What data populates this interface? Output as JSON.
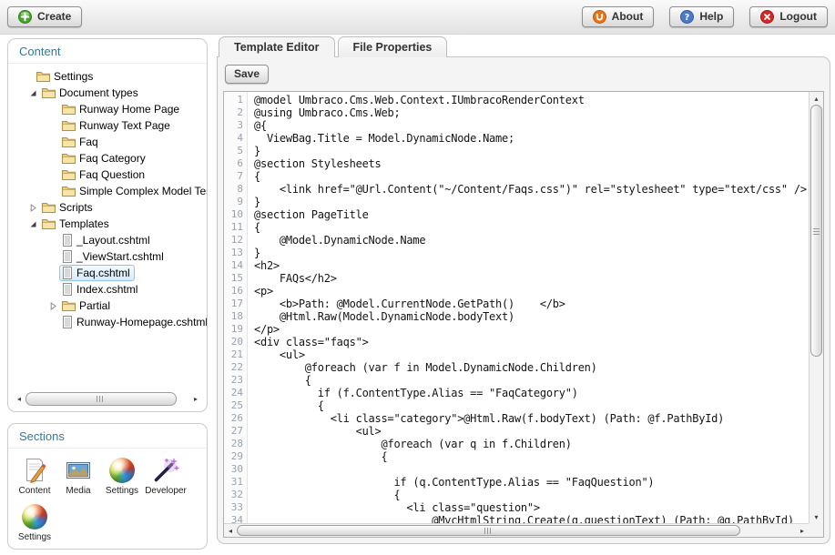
{
  "colors": {
    "header_accent": "#35789b",
    "selected_node_bg": "#d7ebf9",
    "selected_node_border": "#92c6e8",
    "create_orb": "#46a52c",
    "about_orb": "#e8751a",
    "help_orb": "#4b79c8",
    "logout_orb": "#cf2a27"
  },
  "topbar": {
    "create": {
      "label": "Create",
      "icon": "plus-orb-icon"
    },
    "about": {
      "label": "About",
      "icon": "umbraco-orb-icon"
    },
    "help": {
      "label": "Help",
      "icon": "question-orb-icon"
    },
    "logout": {
      "label": "Logout",
      "icon": "close-orb-icon"
    }
  },
  "content_panel": {
    "title": "Content",
    "tree": [
      {
        "label": "Settings",
        "level": 0,
        "icon": "folder",
        "expander": "none"
      },
      {
        "label": "Document types",
        "level": 1,
        "icon": "folder",
        "expander": "expanded"
      },
      {
        "label": "Runway Home Page",
        "level": 2,
        "icon": "folder",
        "expander": "none"
      },
      {
        "label": "Runway Text Page",
        "level": 2,
        "icon": "folder",
        "expander": "none"
      },
      {
        "label": "Faq",
        "level": 2,
        "icon": "folder",
        "expander": "none"
      },
      {
        "label": "Faq Category",
        "level": 2,
        "icon": "folder",
        "expander": "none"
      },
      {
        "label": "Faq Question",
        "level": 2,
        "icon": "folder",
        "expander": "none"
      },
      {
        "label": "Simple Complex Model Test",
        "level": 2,
        "icon": "folder",
        "expander": "none"
      },
      {
        "label": "Scripts",
        "level": 1,
        "icon": "folder",
        "expander": "collapsed"
      },
      {
        "label": "Templates",
        "level": 1,
        "icon": "folder",
        "expander": "expanded"
      },
      {
        "label": "_Layout.cshtml",
        "level": 2,
        "icon": "file",
        "expander": "none"
      },
      {
        "label": "_ViewStart.cshtml",
        "level": 2,
        "icon": "file",
        "expander": "none"
      },
      {
        "label": "Faq.cshtml",
        "level": 2,
        "icon": "file",
        "expander": "none",
        "selected": true
      },
      {
        "label": "Index.cshtml",
        "level": 2,
        "icon": "file",
        "expander": "none"
      },
      {
        "label": "Partial",
        "level": 2,
        "icon": "folder",
        "expander": "collapsed"
      },
      {
        "label": "Runway-Homepage.cshtml",
        "level": 2,
        "icon": "file",
        "expander": "none"
      }
    ]
  },
  "sections_panel": {
    "title": "Sections",
    "items": [
      {
        "label": "Content",
        "icon": "content-section-icon"
      },
      {
        "label": "Media",
        "icon": "media-section-icon"
      },
      {
        "label": "Settings",
        "icon": "settings-sphere-icon"
      },
      {
        "label": "Developer",
        "icon": "developer-wand-icon"
      },
      {
        "label": "Settings",
        "icon": "settings-sphere-icon"
      }
    ]
  },
  "main": {
    "tabs": [
      {
        "label": "Template Editor",
        "active": true
      },
      {
        "label": "File Properties",
        "active": false
      }
    ],
    "save_label": "Save",
    "editor": {
      "lines": [
        "@model Umbraco.Cms.Web.Context.IUmbracoRenderContext",
        "@using Umbraco.Cms.Web;",
        "@{",
        "  ViewBag.Title = Model.DynamicNode.Name;",
        "}",
        "@section Stylesheets",
        "{",
        "    <link href=\"@Url.Content(\"~/Content/Faqs.css\")\" rel=\"stylesheet\" type=\"text/css\" />",
        "}",
        "@section PageTitle",
        "{",
        "    @Model.DynamicNode.Name",
        "}",
        "<h2>",
        "    FAQs</h2>",
        "<p>",
        "    <b>Path: @Model.CurrentNode.GetPath()    </b>",
        "    @Html.Raw(Model.DynamicNode.bodyText)",
        "</p>",
        "<div class=\"faqs\">",
        "    <ul>",
        "        @foreach (var f in Model.DynamicNode.Children)",
        "        {",
        "          if (f.ContentType.Alias == \"FaqCategory\")",
        "          {",
        "            <li class=\"category\">@Html.Raw(f.bodyText) (Path: @f.PathById)",
        "                <ul>",
        "                    @foreach (var q in f.Children)",
        "                    {",
        "",
        "                      if (q.ContentType.Alias == \"FaqQuestion\")",
        "                      {",
        "                        <li class=\"question\">",
        "                            @MvcHtmlString.Create(q.questionText) (Path: @q.PathById)"
      ]
    }
  }
}
